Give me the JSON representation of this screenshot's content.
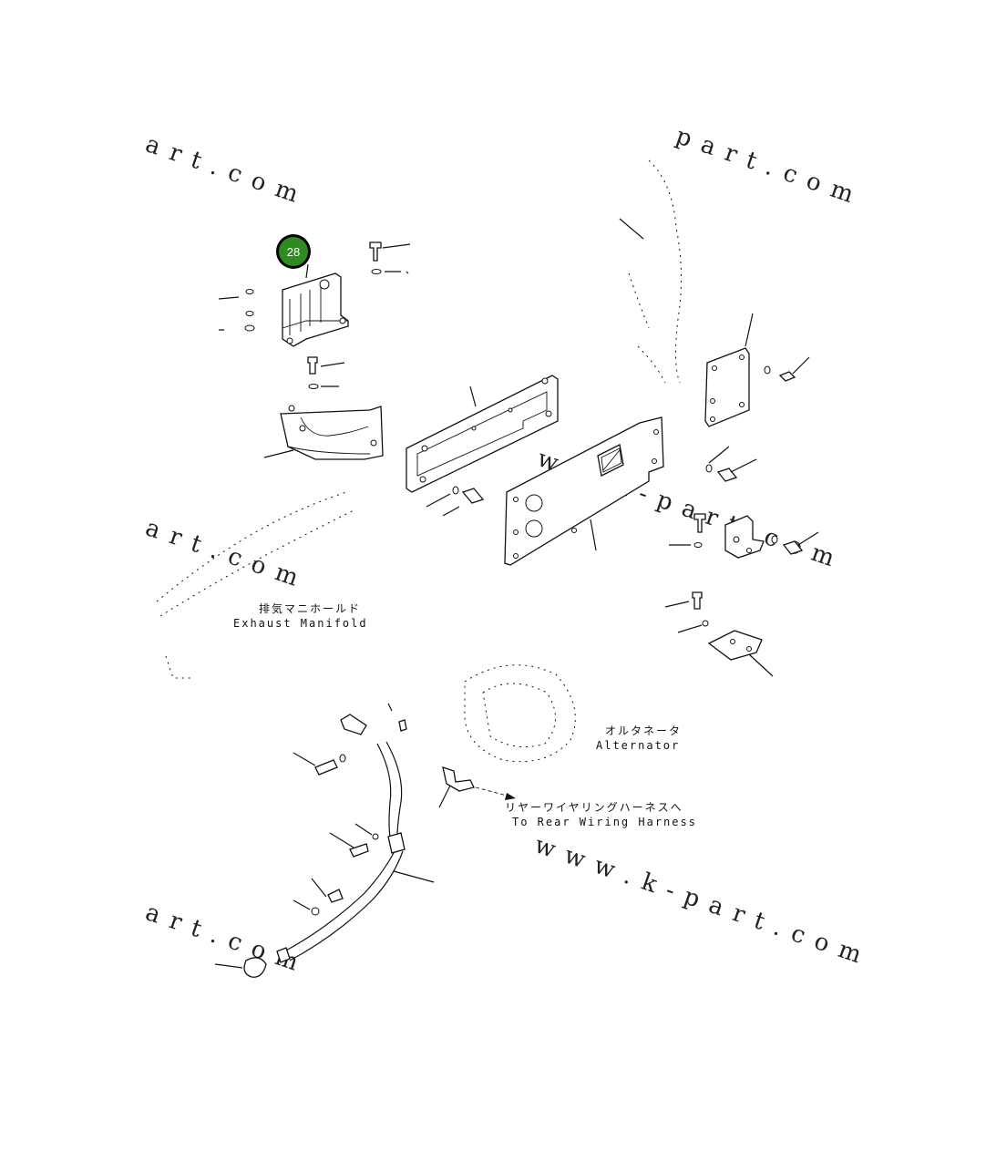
{
  "callout": {
    "number": "28",
    "color": "#2e8b1f"
  },
  "watermarks": [
    "a r t . c o m",
    "p a r t . c o m",
    "a r t . c o m",
    "w w . k - p a r t . c o m",
    "a r t . c o m",
    "w w w . k - p a r t . c o m"
  ],
  "labels": {
    "exhaust_jp": "排気マニホールド",
    "exhaust_en": "Exhaust Manifold",
    "alternator_jp": "オルタネータ",
    "alternator_en": "Alternator",
    "harness_jp": "リヤーワイヤリングハーネスへ",
    "harness_en": "To Rear Wiring Harness"
  }
}
